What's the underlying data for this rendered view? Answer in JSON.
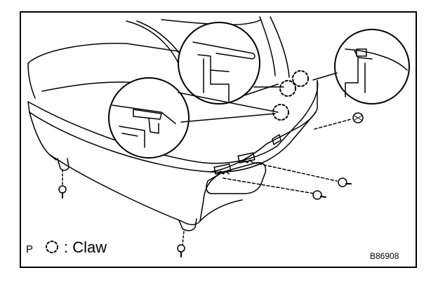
{
  "diagram": {
    "legend": {
      "marker_prefix": "P",
      "separator": ":",
      "label": "Claw"
    },
    "figure_code": "B86908",
    "icons": {
      "claw_marker": "dashed-circle-icon",
      "screw": "screw-icon",
      "clip": "clip-icon"
    },
    "colors": {
      "line": "#000000",
      "background": "#ffffff"
    }
  }
}
